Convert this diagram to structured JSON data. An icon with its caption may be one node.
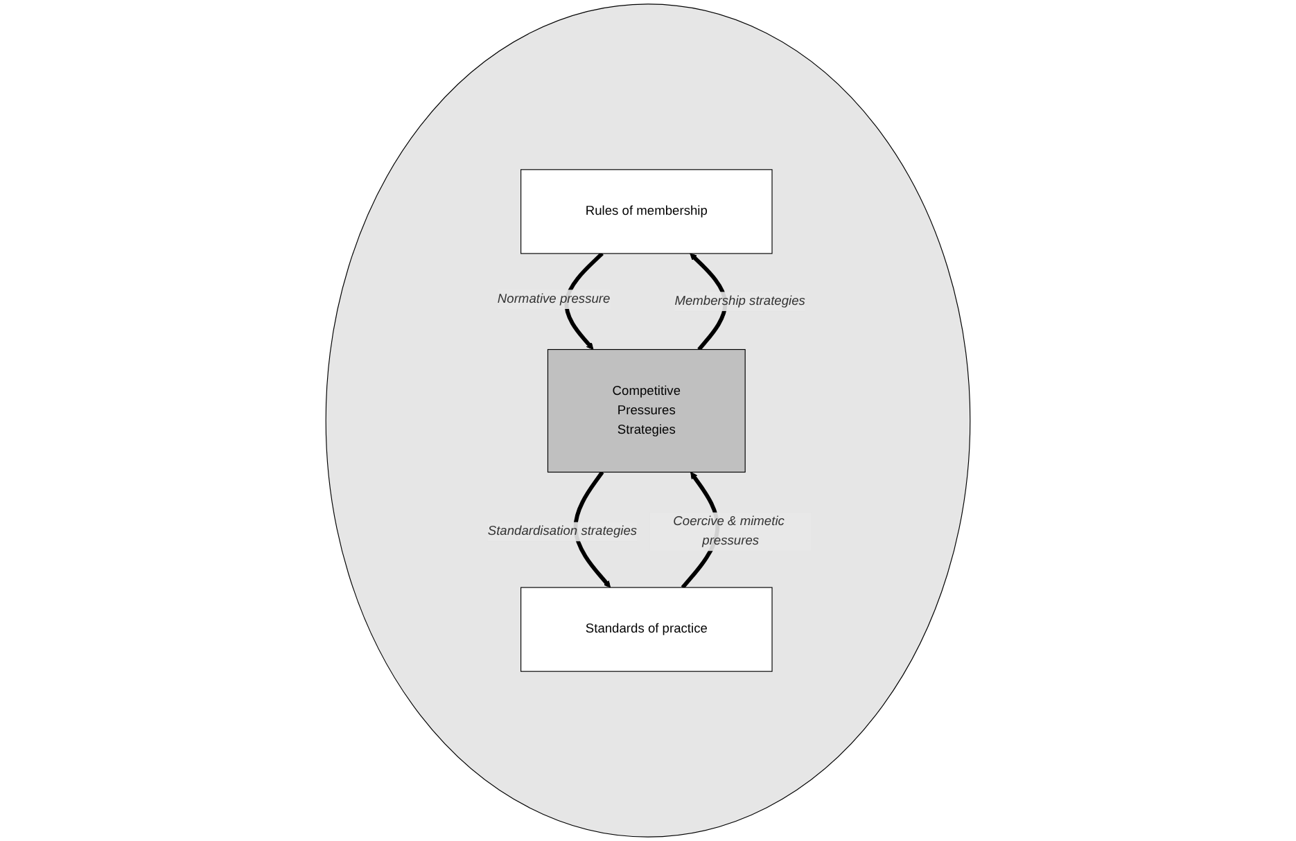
{
  "diagram": {
    "nodes": [
      {
        "text": [],
        "shape": "ellipse"
      },
      {
        "text": [
          "Rules of membership"
        ],
        "in": 0
      },
      {
        "text": [
          "Competitive",
          "Pressures",
          "Strategies"
        ],
        "in": 0
      },
      {
        "text": [
          "Standards of practice"
        ],
        "in": 0
      }
    ],
    "edges": [
      {
        "from": 1,
        "to": 2,
        "arrow": "to",
        "label": "Normative  pressure"
      },
      {
        "from": 2,
        "to": 1,
        "arrow": "to",
        "label": "Membership strategies"
      },
      {
        "from": 3,
        "to": 2,
        "arrow": "to",
        "label": "Coercive & mimetic pressures"
      },
      {
        "from": 2,
        "to": 3,
        "arrow": "to",
        "label": "Standardisation strategies"
      }
    ]
  }
}
